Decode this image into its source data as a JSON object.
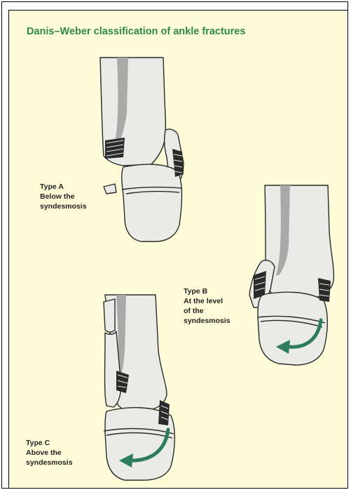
{
  "figure": {
    "title": "Danis–Weber classification of ankle fractures",
    "colors": {
      "background": "#fdfbd8",
      "title": "#2e8a4c",
      "arrow": "#2e7d5a",
      "bone_fill": "#eaeae6",
      "bone_outline": "#2a2a2a",
      "marrow": "#a9a9a9"
    },
    "types": [
      {
        "title": "Type A",
        "line1": "Below the",
        "line2": "syndesmosis",
        "line3": ""
      },
      {
        "title": "Type B",
        "line1": "At the level",
        "line2": "of the",
        "line3": "syndesmosis"
      },
      {
        "title": "Type C",
        "line1": "Above the",
        "line2": "syndesmosis",
        "line3": ""
      }
    ]
  }
}
